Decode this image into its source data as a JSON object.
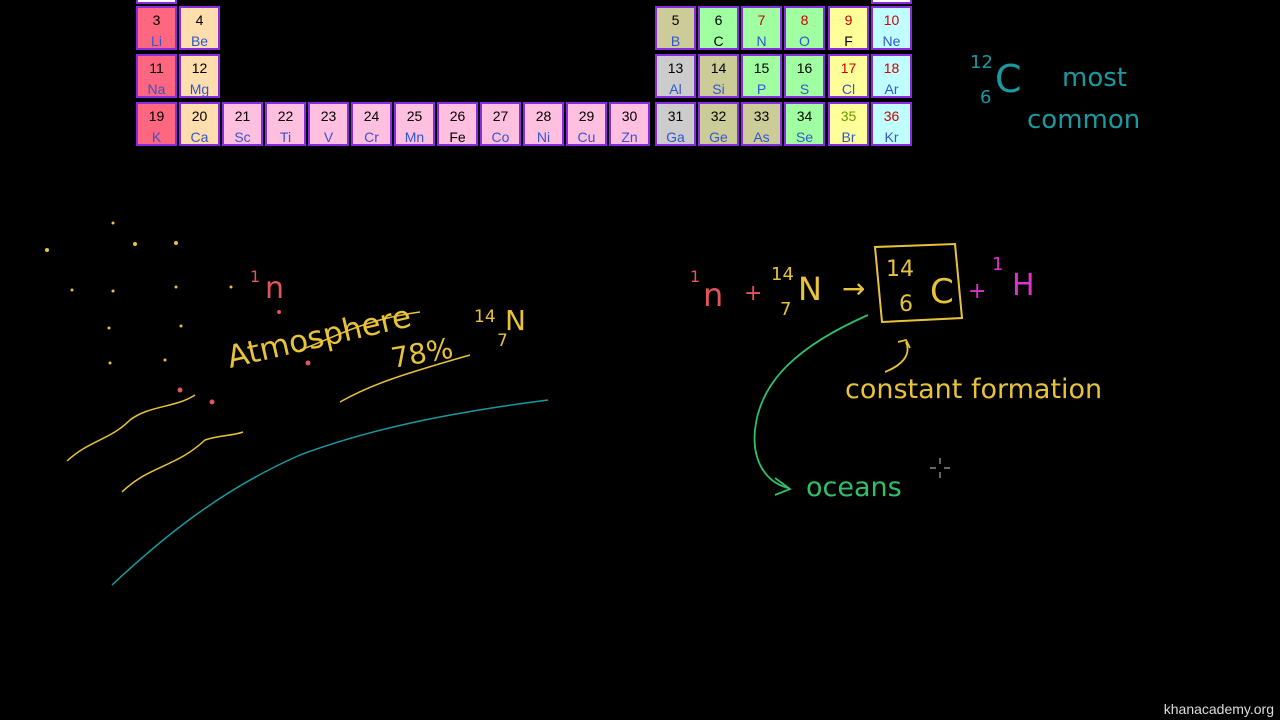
{
  "colors": {
    "alkali": "#ff6680",
    "alkaline": "#ffdead",
    "transition": "#ffc0e0",
    "poor_metal": "#cccccc",
    "metalloid": "#cccc99",
    "nonmetal": "#a0ffa0",
    "halogen": "#ffff99",
    "noble": "#c0ffff",
    "border": "#8a2be2",
    "yellow_ink": "#e8c33a",
    "teal_ink": "#1a9aa0",
    "green_ink": "#2fc06a",
    "red_ink": "#e0555a",
    "magenta_ink": "#dd33cc"
  },
  "periodic_table": {
    "cells": [
      {
        "num": "3",
        "sym": "Li",
        "group": "alkali"
      },
      {
        "num": "4",
        "sym": "Be",
        "group": "alkaline"
      },
      {
        "num": "5",
        "sym": "B",
        "group": "metalloid"
      },
      {
        "num": "6",
        "sym": "C",
        "group": "nonmetal"
      },
      {
        "num": "7",
        "sym": "N",
        "group": "nonmetal"
      },
      {
        "num": "8",
        "sym": "O",
        "group": "nonmetal"
      },
      {
        "num": "9",
        "sym": "F",
        "group": "halogen"
      },
      {
        "num": "10",
        "sym": "Ne",
        "group": "noble"
      },
      {
        "num": "11",
        "sym": "Na",
        "group": "alkali"
      },
      {
        "num": "12",
        "sym": "Mg",
        "group": "alkaline"
      },
      {
        "num": "13",
        "sym": "Al",
        "group": "poor_metal"
      },
      {
        "num": "14",
        "sym": "Si",
        "group": "metalloid"
      },
      {
        "num": "15",
        "sym": "P",
        "group": "nonmetal"
      },
      {
        "num": "16",
        "sym": "S",
        "group": "nonmetal"
      },
      {
        "num": "17",
        "sym": "Cl",
        "group": "halogen"
      },
      {
        "num": "18",
        "sym": "Ar",
        "group": "noble"
      },
      {
        "num": "19",
        "sym": "K",
        "group": "alkali"
      },
      {
        "num": "20",
        "sym": "Ca",
        "group": "alkaline"
      },
      {
        "num": "21",
        "sym": "Sc",
        "group": "transition"
      },
      {
        "num": "22",
        "sym": "Ti",
        "group": "transition"
      },
      {
        "num": "23",
        "sym": "V",
        "group": "transition"
      },
      {
        "num": "24",
        "sym": "Cr",
        "group": "transition"
      },
      {
        "num": "25",
        "sym": "Mn",
        "group": "transition"
      },
      {
        "num": "26",
        "sym": "Fe",
        "group": "transition"
      },
      {
        "num": "27",
        "sym": "Co",
        "group": "transition"
      },
      {
        "num": "28",
        "sym": "Ni",
        "group": "transition"
      },
      {
        "num": "29",
        "sym": "Cu",
        "group": "transition"
      },
      {
        "num": "30",
        "sym": "Zn",
        "group": "transition"
      },
      {
        "num": "31",
        "sym": "Ga",
        "group": "poor_metal"
      },
      {
        "num": "32",
        "sym": "Ge",
        "group": "metalloid"
      },
      {
        "num": "33",
        "sym": "As",
        "group": "metalloid"
      },
      {
        "num": "34",
        "sym": "Se",
        "group": "nonmetal"
      },
      {
        "num": "35",
        "sym": "Br",
        "group": "halogen"
      },
      {
        "num": "36",
        "sym": "Kr",
        "group": "noble"
      }
    ]
  },
  "notes": {
    "c12_mass": "12",
    "c12_atomic": "6",
    "c12_symbol": "C",
    "c12_most": "most",
    "c12_common": "common",
    "atm_n_mass": "1",
    "atm_n_symbol": "n",
    "atmosphere": "Atmosphere",
    "percent": "78%",
    "n14_mass": "14",
    "n14_atomic": "7",
    "n14_symbol": "N",
    "eq_n_mass": "1",
    "eq_n_symbol": "n",
    "eq_plus1": "+",
    "eq_N_mass": "14",
    "eq_N_atomic": "7",
    "eq_N_symbol": "N",
    "eq_arrow": "→",
    "eq_C_mass": "14",
    "eq_C_atomic": "6",
    "eq_C_symbol": "C",
    "eq_plus2": "+",
    "eq_H_mass": "1",
    "eq_H_symbol": "H",
    "constant_formation": "constant formation",
    "oceans": "oceans"
  },
  "watermark": "khanacademy.org"
}
